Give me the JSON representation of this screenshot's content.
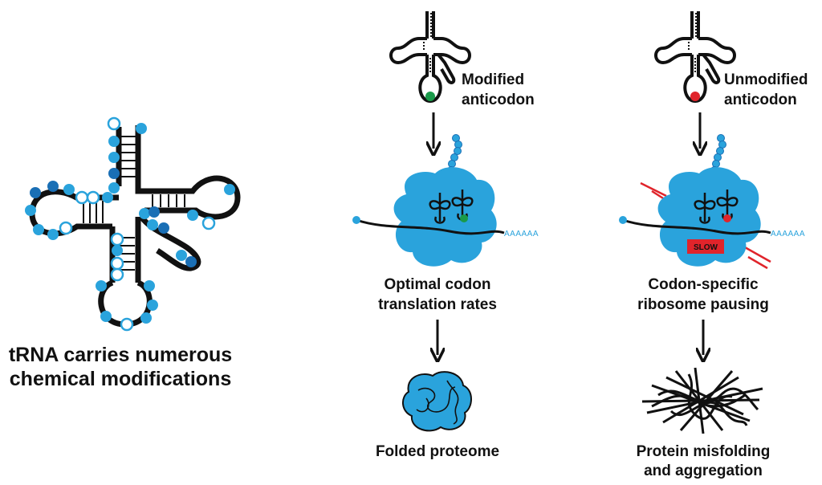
{
  "left_panel": {
    "caption_line1": "tRNA carries numerous",
    "caption_line2": "chemical modifications"
  },
  "modified_branch": {
    "label_line1": "Modified",
    "label_line2": "anticodon",
    "rate_line1": "Optimal codon",
    "rate_line2": "translation rates",
    "mrna_tail": "AAAAAA",
    "outcome": "Folded proteome"
  },
  "unmodified_branch": {
    "label_line1": "Unmodified",
    "label_line2": "anticodon",
    "rate_line1": "Codon-specific",
    "rate_line2": "ribosome pausing",
    "mrna_tail": "AAAAAA",
    "slow_badge": "SLOW",
    "outcome_line1": "Protein misfolding",
    "outcome_line2": "and aggregation"
  },
  "colors": {
    "modification_light": "#2aa3dc",
    "modification_dark": "#1a6fb5",
    "ribosome": "#2aa3dc",
    "modified_anticodon": "#1a9a4a",
    "unmodified_anticodon": "#e0242b",
    "slow_badge": "#e0242b"
  }
}
